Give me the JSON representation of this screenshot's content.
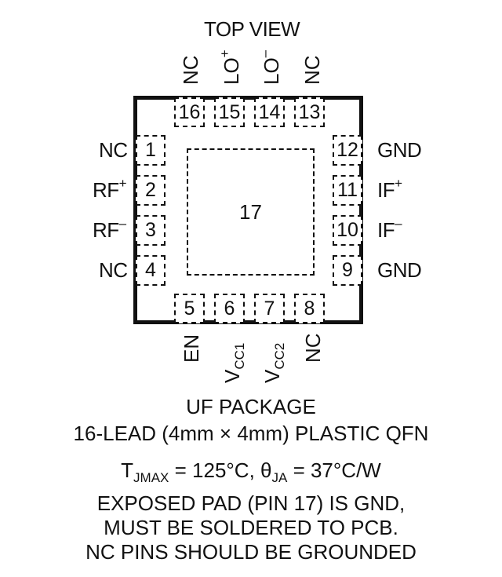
{
  "view_title": "TOP VIEW",
  "pins": {
    "p1": {
      "num": "1",
      "label": "NC"
    },
    "p2": {
      "num": "2",
      "label": "RF",
      "sup": "+"
    },
    "p3": {
      "num": "3",
      "label": "RF",
      "sup": "–"
    },
    "p4": {
      "num": "4",
      "label": "NC"
    },
    "p5": {
      "num": "5",
      "label": "EN"
    },
    "p6": {
      "num": "6",
      "label": "V",
      "sub": "CC1"
    },
    "p7": {
      "num": "7",
      "label": "V",
      "sub": "CC2"
    },
    "p8": {
      "num": "8",
      "label": "NC"
    },
    "p9": {
      "num": "9",
      "label": "GND"
    },
    "p10": {
      "num": "10",
      "label": "IF",
      "sup": "–"
    },
    "p11": {
      "num": "11",
      "label": "IF",
      "sup": "+"
    },
    "p12": {
      "num": "12",
      "label": "GND"
    },
    "p13": {
      "num": "13",
      "label": "NC"
    },
    "p14": {
      "num": "14",
      "label": "LO",
      "sup": "–"
    },
    "p15": {
      "num": "15",
      "label": "LO",
      "sup": "+"
    },
    "p16": {
      "num": "16",
      "label": "NC"
    },
    "p17": {
      "num": "17"
    }
  },
  "package": {
    "name": "UF PACKAGE",
    "desc": "16-LEAD (4mm × 4mm) PLASTIC QFN"
  },
  "thermal": {
    "t_main": "T",
    "t_sub": "JMAX",
    "t_val": " = 125°C, ",
    "theta": "θ",
    "theta_sub": "JA",
    "theta_val": " = 37°C/W"
  },
  "notes": [
    "EXPOSED PAD (PIN 17) IS GND,",
    "MUST BE SOLDERED TO PCB.",
    "NC PINS SHOULD BE GROUNDED"
  ]
}
